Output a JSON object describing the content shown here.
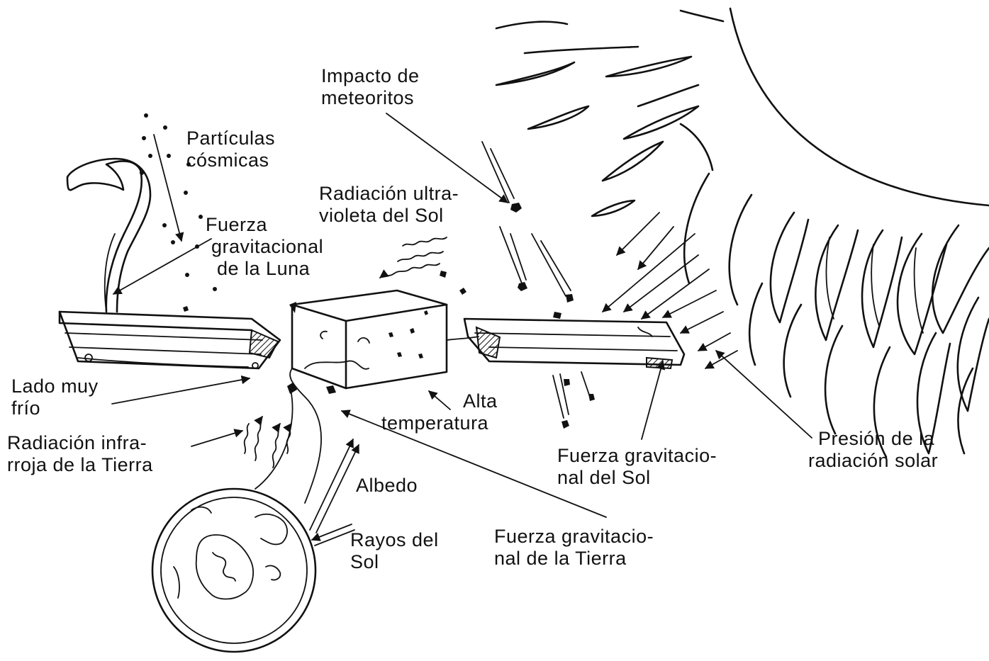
{
  "labels": {
    "impacto": [
      "Impacto de",
      "meteoritos"
    ],
    "particulas": [
      "Partículas",
      "cósmicas"
    ],
    "radiacion_uv": [
      "Radiación ultra-",
      "violeta del Sol"
    ],
    "fuerza_luna": [
      "Fuerza",
      "gravitacional",
      "de la Luna"
    ],
    "lado_frio": [
      "Lado muy",
      "frío"
    ],
    "infrarroja": [
      "Radiación infra-",
      "rroja de la Tierra"
    ],
    "alta_temp": [
      "Alta",
      "temperatura"
    ],
    "albedo": [
      "Albedo"
    ],
    "rayos_sol": [
      "Rayos del",
      "Sol"
    ],
    "fuerza_tierra": [
      "Fuerza gravitacio-",
      "nal de la Tierra"
    ],
    "fuerza_sol": [
      "Fuerza gravitacio-",
      "nal del Sol"
    ],
    "presion": [
      "Presión de la",
      "radiación solar"
    ]
  },
  "colors": {
    "ink": "#111111",
    "paper": "#ffffff"
  }
}
